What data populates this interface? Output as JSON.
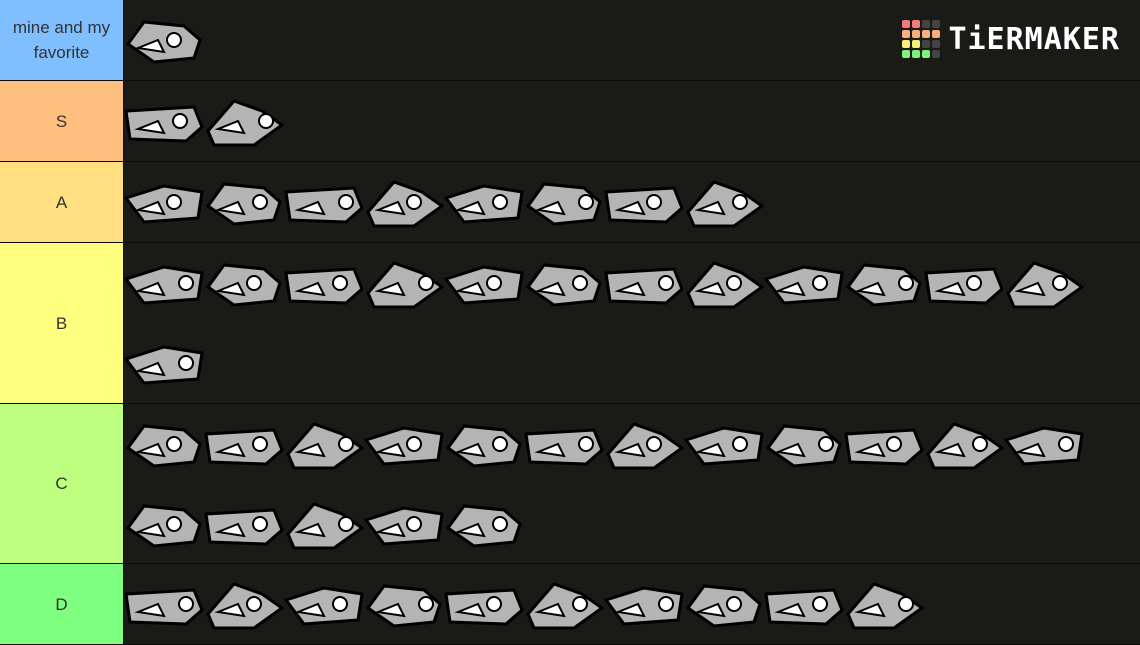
{
  "logo": {
    "text": "TiERMAKER",
    "grid_colors": [
      "#f47a7a",
      "#f47a7a",
      "#444444",
      "#444444",
      "#f7b07a",
      "#f7b07a",
      "#f7b07a",
      "#f7b07a",
      "#f4f07a",
      "#f4f07a",
      "#444444",
      "#444444",
      "#7af47a",
      "#7af47a",
      "#7af47a",
      "#444444"
    ]
  },
  "tiers": [
    {
      "label": "mine and my favorite",
      "color": "#7fbfff",
      "height": 81,
      "count": 1
    },
    {
      "label": "S",
      "color": "#ffbf7f",
      "height": 81,
      "count": 2
    },
    {
      "label": "A",
      "color": "#ffdf7f",
      "height": 81,
      "count": 8
    },
    {
      "label": "B",
      "color": "#ffff7f",
      "height": 161,
      "count": 13
    },
    {
      "label": "C",
      "color": "#bfff7f",
      "height": 160,
      "count": 17
    },
    {
      "label": "D",
      "color": "#7fff7f",
      "height": 81,
      "count": 10
    }
  ]
}
